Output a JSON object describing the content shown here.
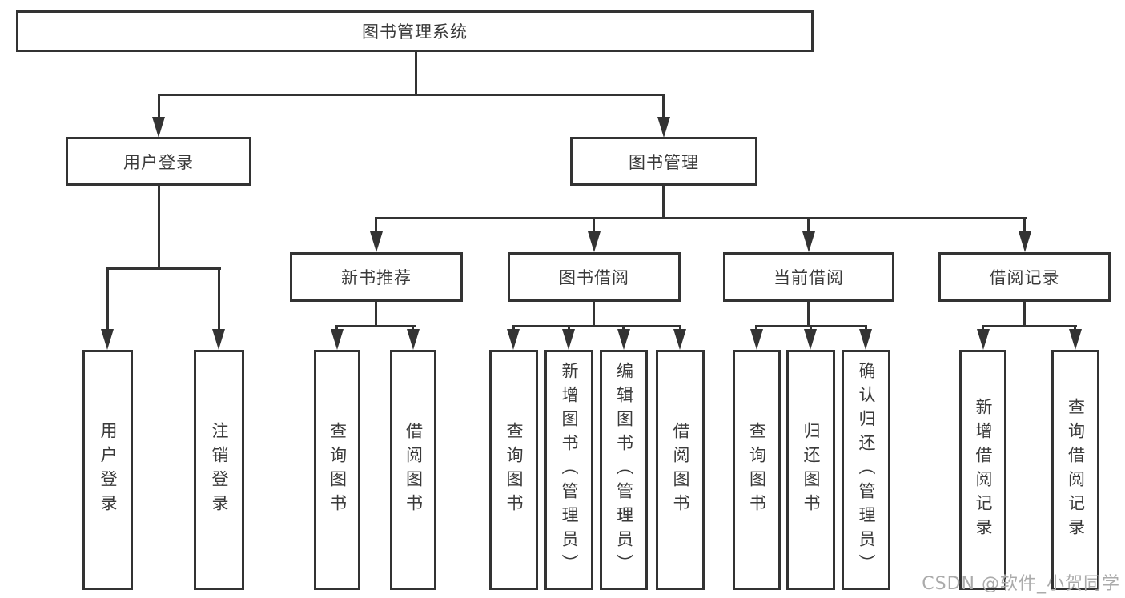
{
  "diagram": {
    "nodes": {
      "root": "图书管理系统",
      "user_login": "用户登录",
      "book_mgmt": "图书管理",
      "new_book": "新书推荐",
      "book_borrow": "图书借阅",
      "current_borrow": "当前借阅",
      "borrow_record": "借阅记录"
    },
    "leaves": {
      "user_login": [
        "用户登录",
        "注销登录"
      ],
      "new_book": [
        "查询图书",
        "借阅图书"
      ],
      "book_borrow": [
        "查询图书",
        "新增图书（管理员）",
        "编辑图书（管理员）",
        "借阅图书"
      ],
      "current_borrow": [
        "查询图书",
        "归还图书",
        "确认归还（管理员）"
      ],
      "borrow_record": [
        "新增借阅记录",
        "查询借阅记录"
      ]
    },
    "watermark": "CSDN @软件_小贺同学",
    "colors": {
      "line": "#333333",
      "text": "#3a3a3a",
      "watermark": "#ababab",
      "background": "#ffffff"
    }
  }
}
